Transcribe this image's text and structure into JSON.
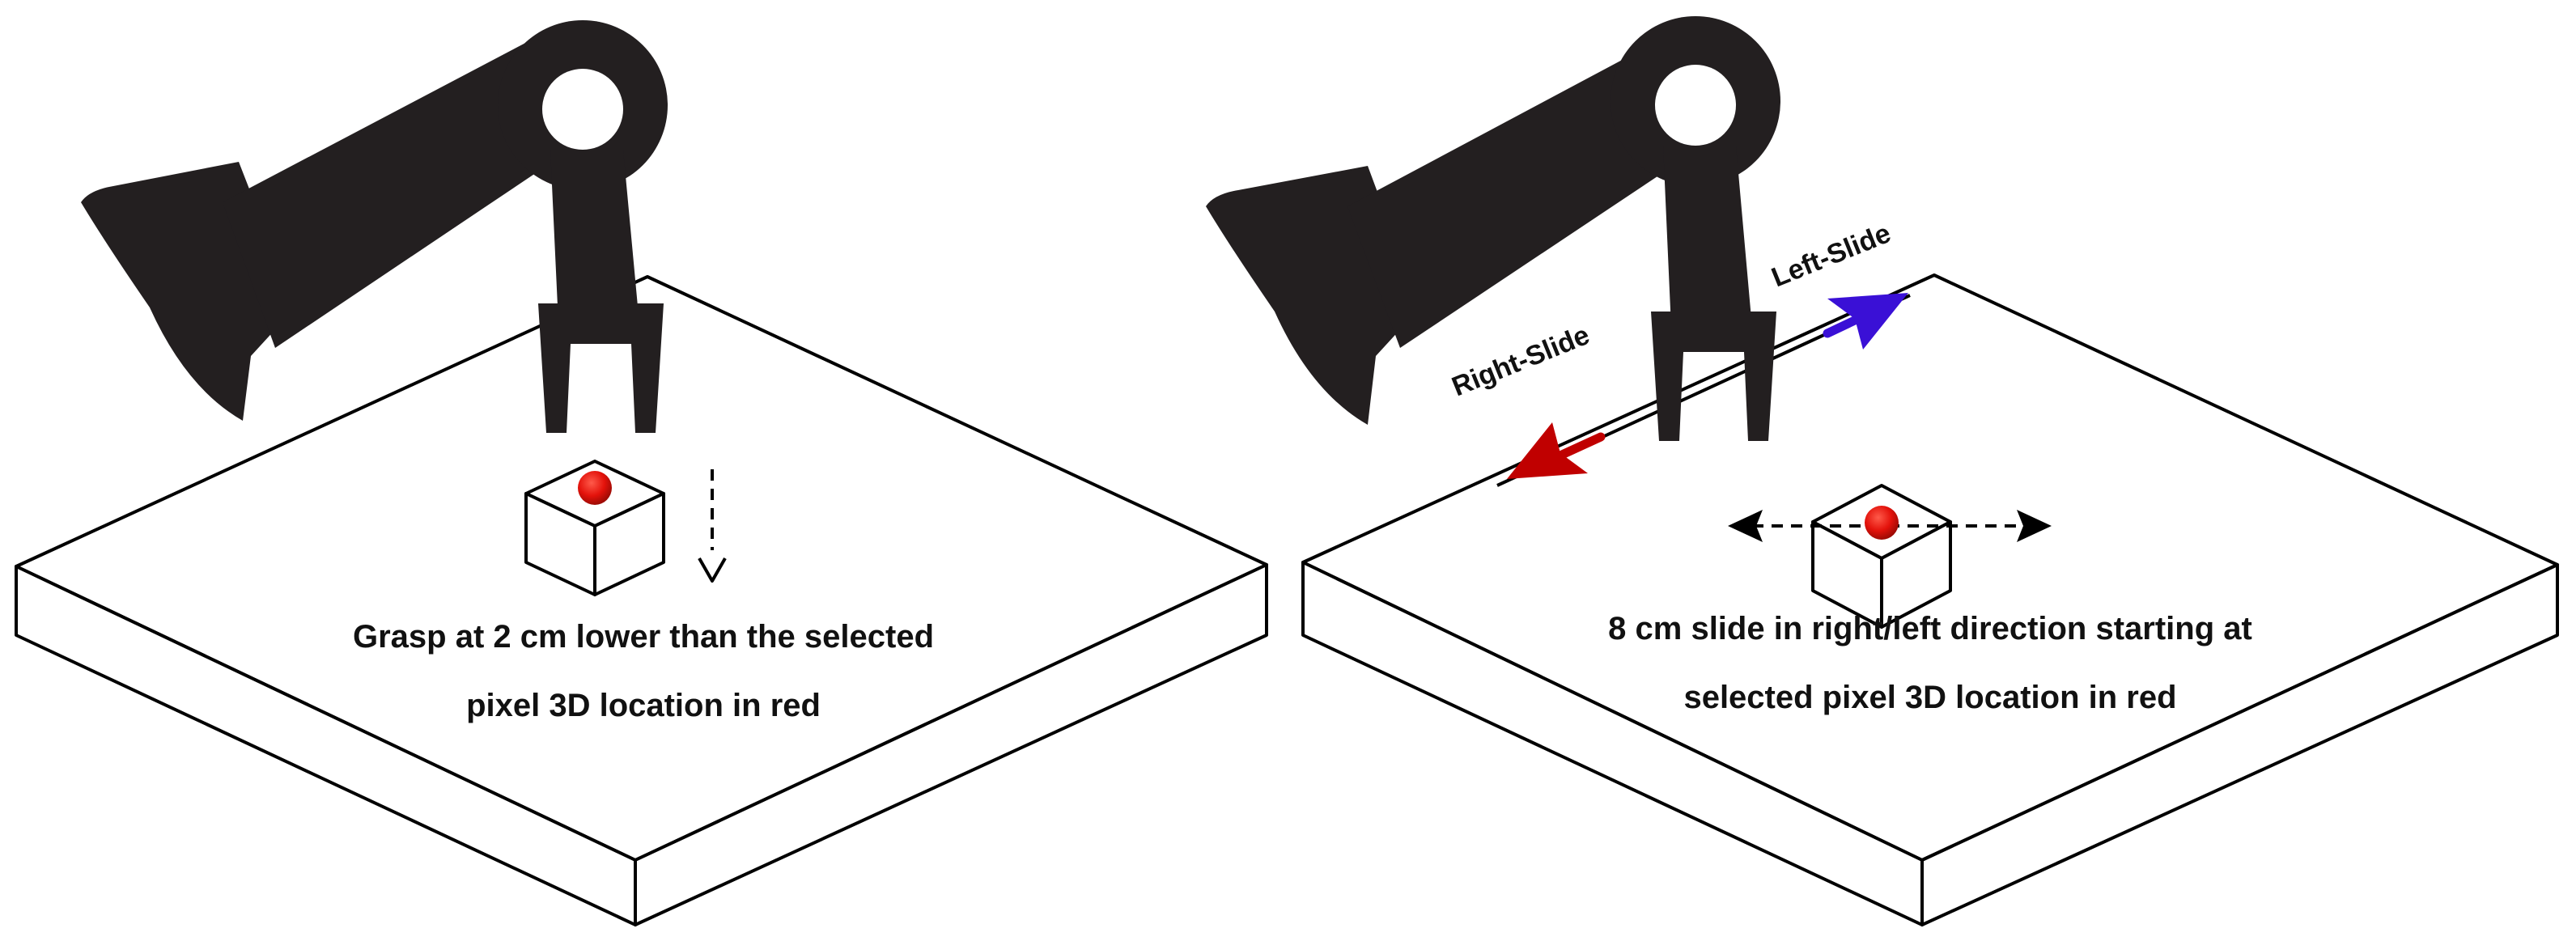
{
  "panels": [
    {
      "caption_lines": [
        "Grasp at 2 cm lower than the selected",
        "pixel 3D location in red"
      ]
    },
    {
      "caption_lines": [
        "8 cm slide in right/left direction starting at",
        "selected pixel 3D location in red"
      ],
      "right_slide_label": "Right-Slide",
      "left_slide_label": "Left-Slide"
    }
  ],
  "colors": {
    "robot": "#231f20",
    "marker": "#e3120b",
    "right_arrow": "#c00000",
    "left_arrow": "#3a10d6"
  },
  "icons": {
    "robot": "robot-arm-icon",
    "object": "cube-icon",
    "target": "red-dot-icon"
  }
}
